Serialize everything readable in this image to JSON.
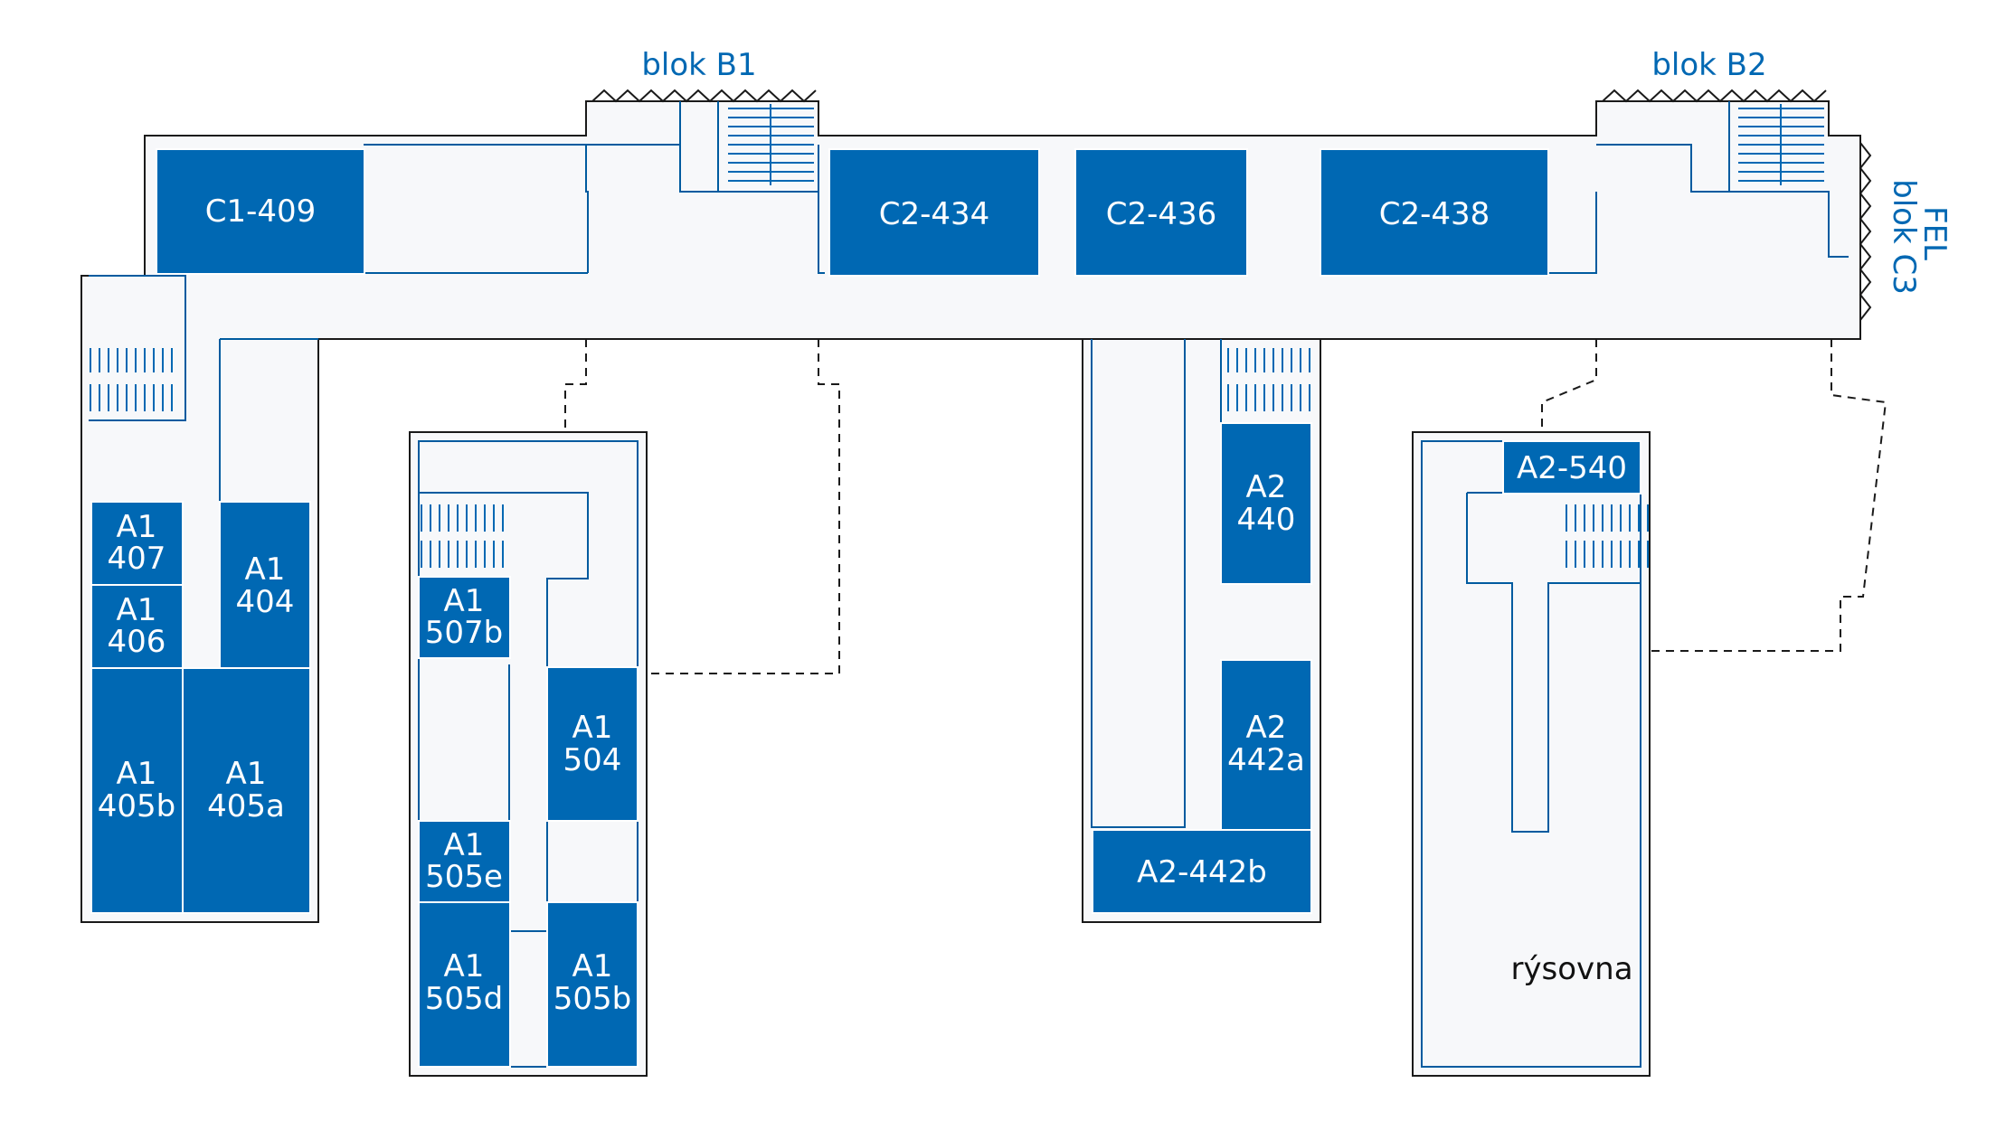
{
  "blocks": {
    "b1": "blok B1",
    "b2": "blok B2",
    "c3_line1": "FEL",
    "c3_line2": "blok C3"
  },
  "rooms": {
    "c1_409": "C1-409",
    "c2_434": "C2-434",
    "c2_436": "C2-436",
    "c2_438": "C2-438",
    "a1_407": [
      "A1",
      "407"
    ],
    "a1_406": [
      "A1",
      "406"
    ],
    "a1_404": [
      "A1",
      "404"
    ],
    "a1_405b": [
      "A1",
      "405b"
    ],
    "a1_405a": [
      "A1",
      "405a"
    ],
    "a1_507b": [
      "A1",
      "507b"
    ],
    "a1_504": [
      "A1",
      "504"
    ],
    "a1_505e": [
      "A1",
      "505e"
    ],
    "a1_505d": [
      "A1",
      "505d"
    ],
    "a1_505b": [
      "A1",
      "505b"
    ],
    "a2_440": [
      "A2",
      "440"
    ],
    "a2_442a": [
      "A2",
      "442a"
    ],
    "a2_442b": "A2-442b",
    "a2_540": "A2-540",
    "rysovna": "rýsovna"
  },
  "colors": {
    "room_fill": "#0068b3",
    "outline": "#1a1a1a",
    "hallway": "#f7f8fa",
    "label_blue": "#0068b3"
  }
}
